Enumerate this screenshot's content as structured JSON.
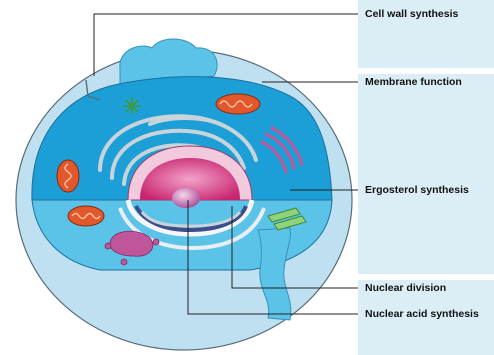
{
  "labels": {
    "cell_wall_synthesis": "Cell wall synthesis",
    "membrane_function": "Membrane function",
    "ergosterol_synthesis": "Ergosterol synthesis",
    "nuclear_division": "Nuclear division",
    "nuclear_acid_synthesis": "Nuclear acid synthesis"
  },
  "colors": {
    "cell_wall": "#b8dcef",
    "cytoplasm": "#1c9fd6",
    "lower_cytoplasm": "#5cc3e8",
    "nucleus_pink": "#d9307e",
    "mitochondria": "#e2582a",
    "label_panel": "#dbeef6"
  }
}
